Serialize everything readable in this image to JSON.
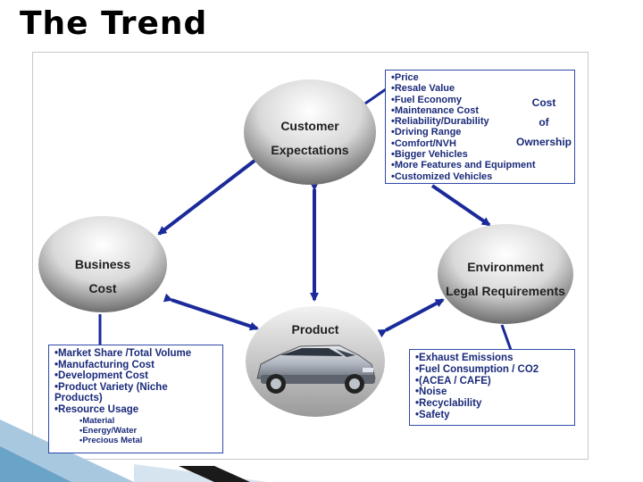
{
  "title": "The Trend",
  "nodes": {
    "customer": {
      "line1": "Customer",
      "line2": "Expectations"
    },
    "business": {
      "line1": "Business",
      "line2": "Cost"
    },
    "environment": {
      "line1": "Environment",
      "line2": "Legal Requirements"
    },
    "product": {
      "label": "Product"
    }
  },
  "customer_callout": {
    "items": [
      "•Price",
      "•Resale Value",
      "•Fuel Economy",
      "•Maintenance Cost",
      "•Reliability/Durability",
      "•Driving Range",
      "•Comfort/NVH",
      "•Bigger Vehicles",
      "•More Features and Equipment",
      "•Customized Vehicles"
    ],
    "cost_of_ownership": [
      "Cost",
      "of",
      "Ownership"
    ]
  },
  "business_callout": {
    "items": [
      "•Market Share /Total Volume",
      "•Manufacturing Cost",
      "•Development Cost",
      "•Product Variety (Niche",
      "Products)",
      "•Resource Usage"
    ],
    "subitems": [
      "•Material",
      "•Energy/Water",
      "•Precious Metal"
    ]
  },
  "environment_callout": {
    "items": [
      "•Exhaust Emissions",
      "•Fuel Consumption / CO2",
      "•(ACEA / CAFE)",
      "•Noise",
      "•Recyclability",
      "•Safety"
    ]
  },
  "colors": {
    "arrow": "#1a2a9a",
    "callout_border": "#2f4aa8",
    "callout_text": "#1a2a7a"
  }
}
